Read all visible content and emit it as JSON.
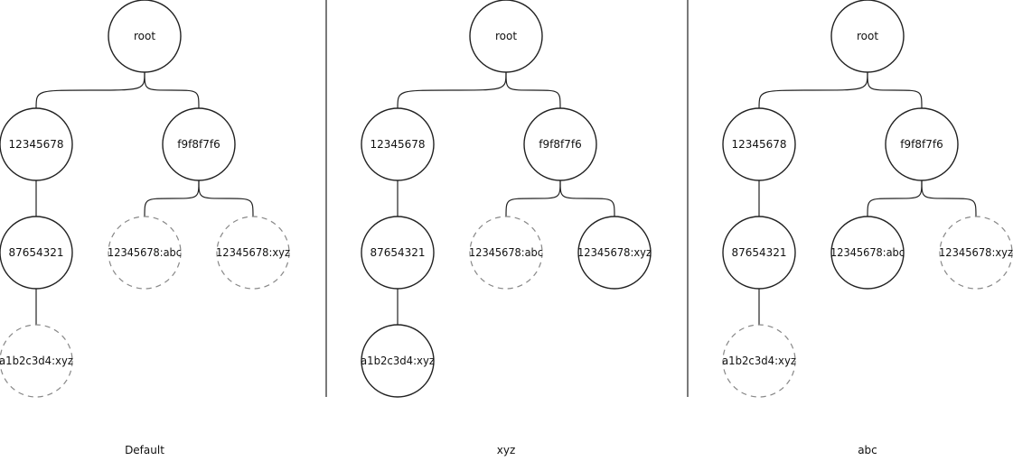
{
  "colors": {
    "stroke": "#222222",
    "dashed_stroke": "#888888",
    "text": "#111111",
    "background": "#ffffff"
  },
  "panels": [
    {
      "caption": "Default",
      "nodes": {
        "root": {
          "label": "root",
          "dashed": false
        },
        "a": {
          "label": "12345678",
          "dashed": false
        },
        "b": {
          "label": "f9f8f7f6",
          "dashed": false
        },
        "c": {
          "label": "87654321",
          "dashed": false
        },
        "d": {
          "label": "a1b2c3d4:xyz",
          "dashed": true
        },
        "e": {
          "label": "12345678:abc",
          "dashed": true
        },
        "f": {
          "label": "12345678:xyz",
          "dashed": true
        }
      }
    },
    {
      "caption": "xyz",
      "nodes": {
        "root": {
          "label": "root",
          "dashed": false
        },
        "a": {
          "label": "12345678",
          "dashed": false
        },
        "b": {
          "label": "f9f8f7f6",
          "dashed": false
        },
        "c": {
          "label": "87654321",
          "dashed": false
        },
        "d": {
          "label": "a1b2c3d4:xyz",
          "dashed": false
        },
        "e": {
          "label": "12345678:abc",
          "dashed": true
        },
        "f": {
          "label": "12345678:xyz",
          "dashed": false
        }
      }
    },
    {
      "caption": "abc",
      "nodes": {
        "root": {
          "label": "root",
          "dashed": false
        },
        "a": {
          "label": "12345678",
          "dashed": false
        },
        "b": {
          "label": "f9f8f7f6",
          "dashed": false
        },
        "c": {
          "label": "87654321",
          "dashed": false
        },
        "d": {
          "label": "a1b2c3d4:xyz",
          "dashed": true
        },
        "e": {
          "label": "12345678:abc",
          "dashed": false
        },
        "f": {
          "label": "12345678:xyz",
          "dashed": true
        }
      }
    }
  ]
}
